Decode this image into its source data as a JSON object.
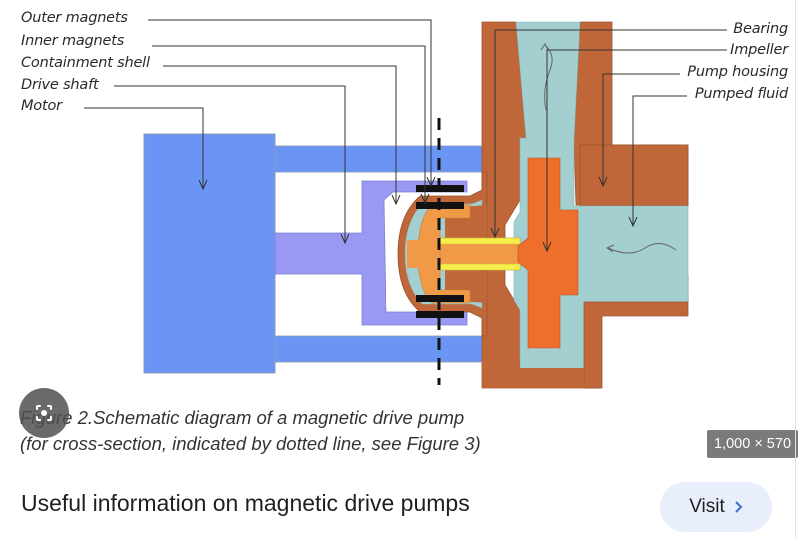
{
  "figure": {
    "labels_left": [
      "Outer magnets",
      "Inner magnets",
      "Containment shell",
      "Drive shaft",
      "Motor"
    ],
    "labels_right": [
      "Bearing",
      "Impeller",
      "Pump housing",
      "Pumped fluid"
    ],
    "caption_line1": "Figure 2.Schematic diagram of a magnetic drive pump",
    "caption_line2": "(for cross-section, indicated by dotted line, see Figure 3)",
    "colors": {
      "motor": "#6b95f5",
      "drive_coupling": "#9999f3",
      "housing": "#c0673a",
      "fluid": "#a3cfd0",
      "impeller": "#ee6e2c",
      "inner_rotor": "#f09a48",
      "bearing": "#f6ef4a",
      "magnets": "#111111"
    }
  },
  "overlay": {
    "lens_icon": "lens-camera-icon",
    "dimensions": "1,000 × 570"
  },
  "result": {
    "title": "Useful information on magnetic drive pumps",
    "visit_label": "Visit",
    "visit_icon": "chevron-right-icon"
  }
}
